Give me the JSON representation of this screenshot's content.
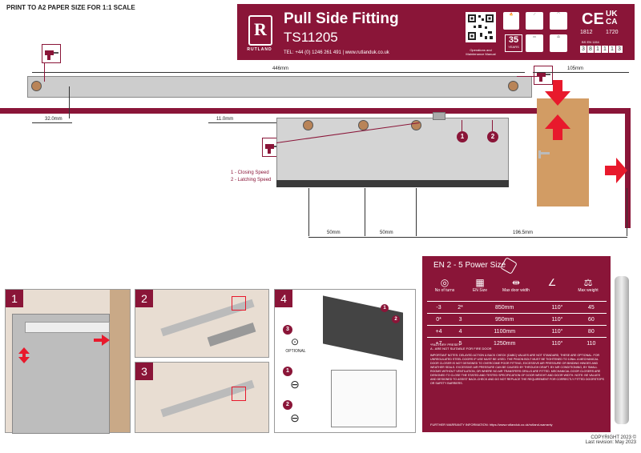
{
  "header": {
    "print_note": "PRINT TO A2 PAPER SIZE FOR 1:1 SCALE",
    "brand": "RUTLAND",
    "title": "Pull Side Fitting",
    "code": "TS11205",
    "contact": "TEL: +44 (0) 1246 261 491  |  www.rutlanduk.co.uk",
    "years": "35",
    "years_label": "YEARS",
    "ops_label": "Operations and Maintenance Manual",
    "certs": {
      "ce": "CE",
      "ce_num": "1812",
      "ukca": "UK CA",
      "ukca_num": "1720",
      "en_label": "BS EN 1154",
      "en_digits": [
        "3",
        "8",
        "1",
        "1",
        "1",
        "3"
      ]
    }
  },
  "dimensions": {
    "arm_length": "446mm",
    "right_offset": "105mm",
    "left_drop": "32.0mm",
    "center_drop": "11.0mm",
    "gap1": "50mm",
    "gap2": "50mm",
    "gap3": "196.5mm"
  },
  "legend": {
    "closing": "1 - Closing Speed",
    "latching": "2 - Latching Speed"
  },
  "badges": [
    "1",
    "2"
  ],
  "spec_table": {
    "title": "EN 2 - 5 Power Size",
    "headers": [
      "No of turns",
      "EN Size",
      "Max door width",
      "",
      "Max weight"
    ],
    "rows": [
      [
        "-3",
        "2*",
        "850mm",
        "110°",
        "45"
      ],
      [
        "0*",
        "3",
        "950mm",
        "110°",
        "60"
      ],
      [
        "+4",
        "4",
        "1100mm",
        "110°",
        "80"
      ],
      [
        "+7",
        "5",
        "1250mm",
        "110°",
        "110"
      ]
    ],
    "factory_note": "*FACTORY PRESET\nA - ARE NOT SUITABLE FOR FIRE DOOR",
    "notes": "IMPORTANT NOTES: DELAYED ACTION & BACK CHECK (DABC) VALUES ARE NOT STANDARD, THESE ARE OPTIONAL. FOR UNREGULATED STEEL DOORS IF USE MUST BE USED. THE PINION BOLT MUST BE TIGHTENED TO 10Nm. A MECHANICAL DOOR CLOSER IS NOT DESIGNED TO OVERCOME POOR FITTING, EXCESSIVE AIR PRESSURE OR BINDING HINGES AND WEATHER SEALS. EXCESSIVE AIR PRESSURE CAN BE CAUSED BY THROUGH DRAFT. BY AIR CONDITIONING, BY SMALL ROOMS WITHOUT VENTILATION, OR WHERE NO AIR TRANSFERS GRILLS ARE FITTED. MECHANICAL DOOR CLOSERS ARE DESIGNED TO CLOSE THE STATED AND TESTED SPECIFICATION OF DOOR WEIGHT AND DOOR WIDTH. NOTE: BE VALUES AND DESIGNED TO ASSIST BACK-CHECK AND DO NOT REPLACE THE REQUIREMENT FOR CORRECTLY FITTED DOORSTOPS OR SAFETY BARRIERS.",
    "warranty": "FURTHER WARRANTY INFORMATION: https://www.rutlanduk.co.uk/rutland-warranty"
  },
  "steps": [
    "1",
    "2",
    "3",
    "4"
  ],
  "step4_labels": {
    "optional": "OPTIONAL",
    "n3": "3",
    "n1": "1",
    "n2": "2"
  },
  "footer": {
    "copyright": "COPYRIGHT 2023 ©",
    "revision": "Last revision: May 2023"
  }
}
